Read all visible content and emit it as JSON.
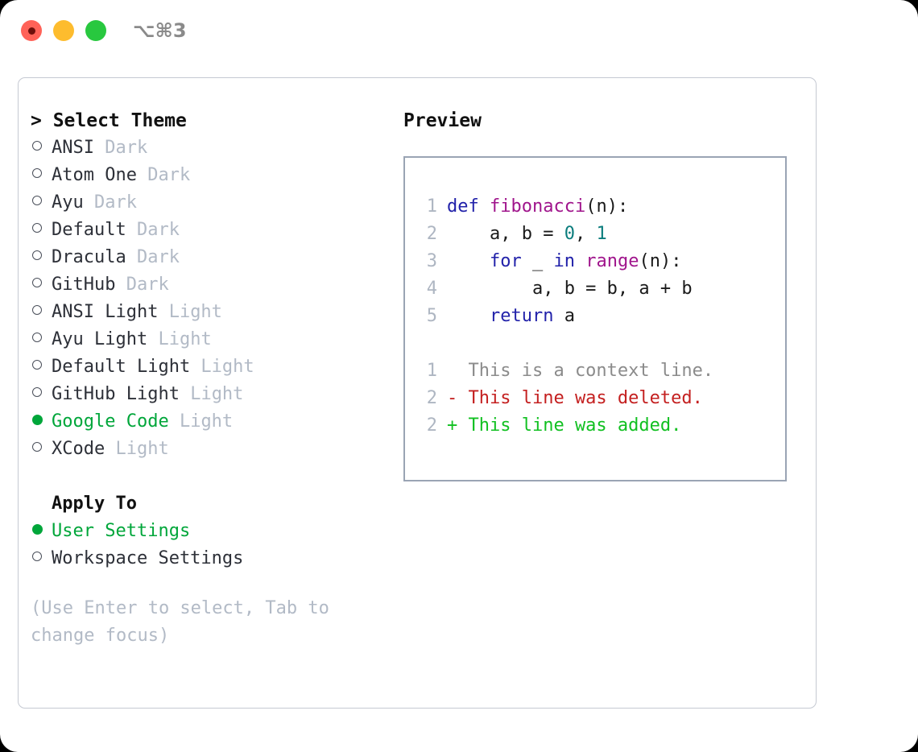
{
  "window": {
    "shortcut": "⌥⌘3",
    "traffic_lights": [
      "close-red",
      "minimize-yellow",
      "maximize-green"
    ]
  },
  "left_panel": {
    "heading": "> Select Theme",
    "themes": [
      {
        "name": "ANSI",
        "label": "Dark",
        "selected": false
      },
      {
        "name": "Atom One",
        "label": "Dark",
        "selected": false
      },
      {
        "name": "Ayu",
        "label": "Dark",
        "selected": false
      },
      {
        "name": "Default",
        "label": "Dark",
        "selected": false
      },
      {
        "name": "Dracula",
        "label": "Dark",
        "selected": false
      },
      {
        "name": "GitHub",
        "label": "Dark",
        "selected": false
      },
      {
        "name": "ANSI Light",
        "label": "Light",
        "selected": false
      },
      {
        "name": "Ayu Light",
        "label": "Light",
        "selected": false
      },
      {
        "name": "Default Light",
        "label": "Light",
        "selected": false
      },
      {
        "name": "GitHub Light",
        "label": "Light",
        "selected": false
      },
      {
        "name": "Google Code",
        "label": "Light",
        "selected": true
      },
      {
        "name": "XCode",
        "label": "Light",
        "selected": false
      }
    ],
    "apply_to_heading": "Apply To",
    "apply_to_options": [
      {
        "name": "User Settings",
        "selected": true
      },
      {
        "name": "Workspace Settings",
        "selected": false
      }
    ],
    "hint": "(Use Enter to select, Tab to change focus)"
  },
  "right_panel": {
    "title": "Preview",
    "code_lines": [
      {
        "num": "1",
        "tokens": [
          {
            "t": "def",
            "c": "kw"
          },
          {
            "t": " ",
            "c": "pl"
          },
          {
            "t": "fibonacci",
            "c": "fn"
          },
          {
            "t": "(n):",
            "c": "pl"
          }
        ]
      },
      {
        "num": "2",
        "tokens": [
          {
            "t": "    a, b = ",
            "c": "pl"
          },
          {
            "t": "0",
            "c": "num"
          },
          {
            "t": ", ",
            "c": "pl"
          },
          {
            "t": "1",
            "c": "num"
          }
        ]
      },
      {
        "num": "3",
        "tokens": [
          {
            "t": "    ",
            "c": "pl"
          },
          {
            "t": "for",
            "c": "kw"
          },
          {
            "t": " _ ",
            "c": "pl"
          },
          {
            "t": "in",
            "c": "kw"
          },
          {
            "t": " ",
            "c": "pl"
          },
          {
            "t": "range",
            "c": "fn"
          },
          {
            "t": "(n):",
            "c": "pl"
          }
        ]
      },
      {
        "num": "4",
        "tokens": [
          {
            "t": "        a, b = b, a + b",
            "c": "pl"
          }
        ]
      },
      {
        "num": "5",
        "tokens": [
          {
            "t": "    ",
            "c": "pl"
          },
          {
            "t": "return",
            "c": "kw"
          },
          {
            "t": " a",
            "c": "pl"
          }
        ]
      }
    ],
    "diff_lines": [
      {
        "num": "1",
        "marker": "  ",
        "text": "This is a context line.",
        "kind": "diff-ctx"
      },
      {
        "num": "2",
        "marker": "- ",
        "text": "This line was deleted.",
        "kind": "diff-del"
      },
      {
        "num": "2",
        "marker": "+ ",
        "text": "This line was added.",
        "kind": "diff-add"
      }
    ]
  },
  "colors": {
    "accent_green": "#00a63a",
    "muted_label": "#b2bac6",
    "keyword": "#2222aa",
    "function": "#a0158c",
    "number": "#0b7d7d",
    "diff_added": "#11c021",
    "diff_deleted": "#c42020",
    "diff_context": "#8b8b8b",
    "border": "#9aa4b4"
  }
}
